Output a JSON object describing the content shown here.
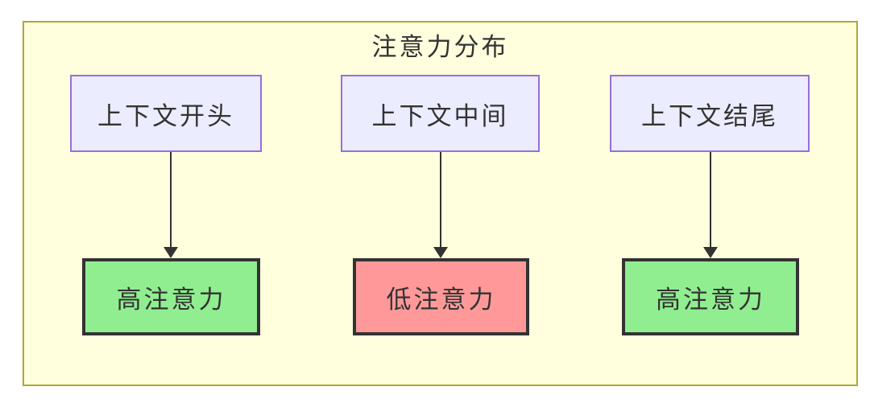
{
  "diagram": {
    "title": "注意力分布",
    "type": "flowchart",
    "colors": {
      "cluster_background": "#ffffde",
      "cluster_border": "#aaaa33",
      "source_node_background": "#ececff",
      "source_node_border": "#9370db",
      "high_attention_background": "#90ee90",
      "low_attention_background": "#ff9999",
      "result_node_border": "#333333",
      "arrow": "#333333",
      "text": "#333333"
    },
    "columns": [
      {
        "source": "上下文开头",
        "result": "高注意力",
        "level": "high"
      },
      {
        "source": "上下文中间",
        "result": "低注意力",
        "level": "low"
      },
      {
        "source": "上下文结尾",
        "result": "高注意力",
        "level": "high"
      }
    ]
  }
}
